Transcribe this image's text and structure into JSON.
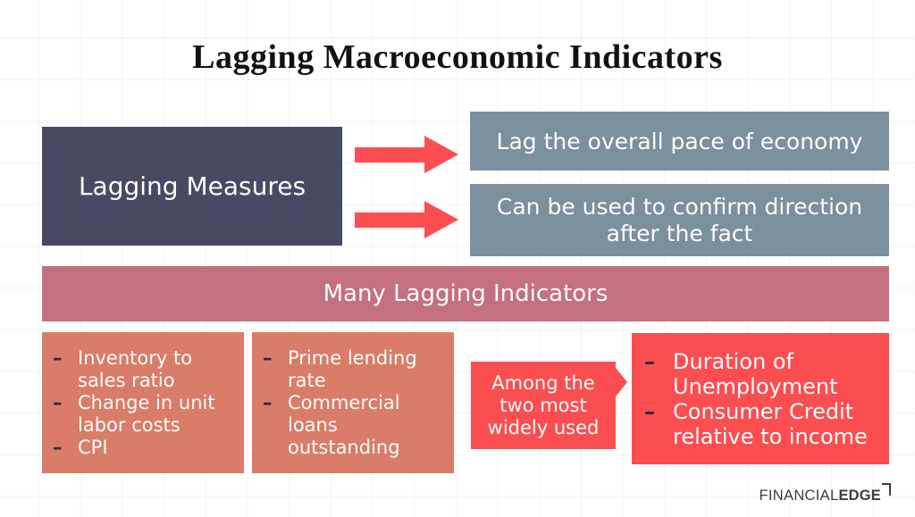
{
  "title": "Lagging Macroeconomic Indicators",
  "source_box": {
    "label": "Lagging Measures"
  },
  "outcomes": [
    {
      "label": "Lag the overall pace of economy"
    },
    {
      "label": "Can be used to confirm direction after the fact"
    }
  ],
  "banner": {
    "label": "Many Lagging Indicators"
  },
  "indicator_groups": [
    {
      "items": [
        "Inventory to sales ratio",
        "Change in unit labor costs",
        "CPI"
      ]
    },
    {
      "items": [
        "Prime lending rate",
        "Commercial loans outstanding"
      ]
    }
  ],
  "callout": {
    "label": "Among the two most widely used"
  },
  "highlight_group": {
    "items": [
      "Duration of Unemployment",
      "Consumer Credit relative to income"
    ]
  },
  "logo": {
    "part1": "FINANCIAL",
    "part2": "EDGE"
  },
  "icons": {
    "arrow": "block-arrow-right",
    "callout_pointer": "triangle-right",
    "bullet": "dash",
    "logo_mark": "corner-flag"
  },
  "colors": {
    "navy": "#474a62",
    "slate": "#7b909d",
    "mauve": "#c4707e",
    "salmon": "#d97c68",
    "red": "#fb4e51",
    "bullet_dash": "#2b2b3d",
    "title_text": "#121212",
    "logo_text": "#3d3d3d",
    "grid_line": "#f3f3f5"
  }
}
